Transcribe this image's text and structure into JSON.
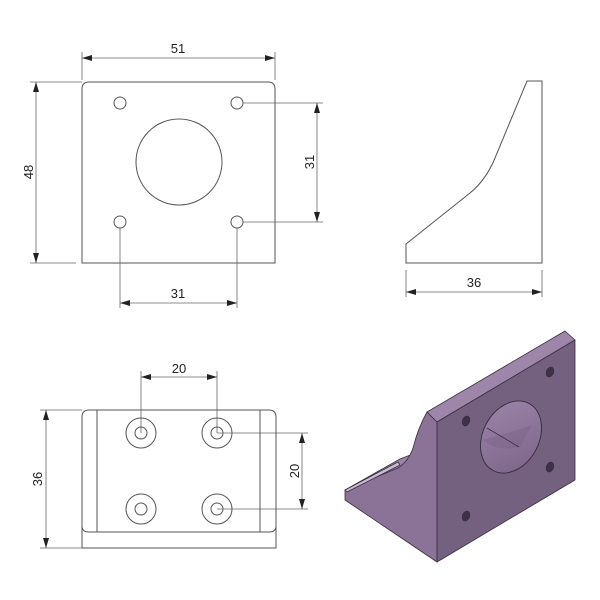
{
  "drawing": {
    "front_view": {
      "width_label": "51",
      "height_label": "48",
      "hole_spacing_vertical_label": "31",
      "hole_spacing_horizontal_label": "31"
    },
    "side_view": {
      "depth_label": "36"
    },
    "bottom_view": {
      "depth_label": "36",
      "hole_spacing_horizontal_label": "20",
      "hole_spacing_vertical_label": "20"
    },
    "isometric_view": {
      "face_color": "#8a7396",
      "side_color": "#7a6487",
      "dark_color": "#6a5478",
      "edge_color": "#3a2e42"
    }
  }
}
